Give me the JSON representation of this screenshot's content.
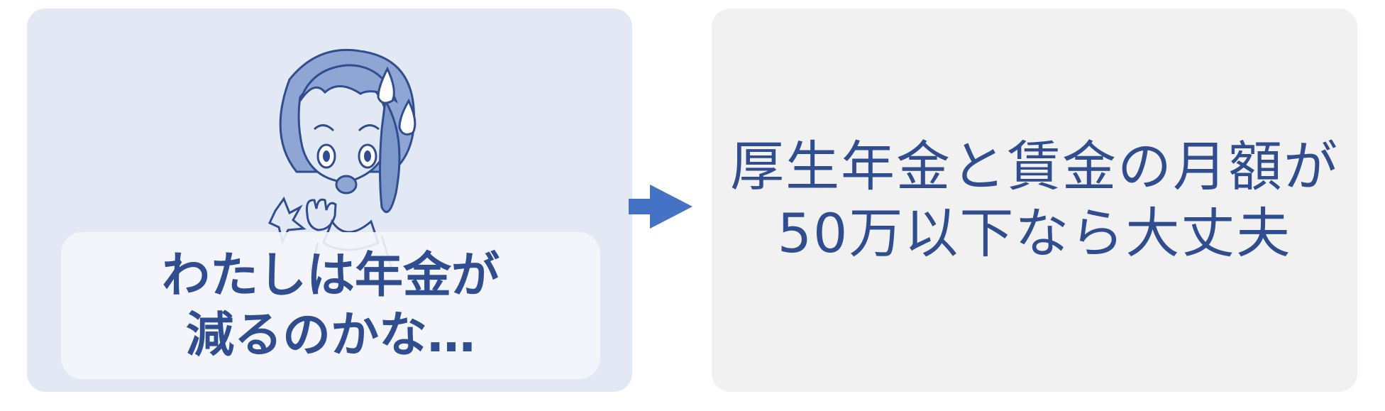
{
  "left_panel": {
    "illustration_icon": "worried-woman-illustration",
    "caption_lines": [
      "わたしは年金が",
      "減るのかな…"
    ]
  },
  "arrow_icon": "right-arrow-icon",
  "right_panel": {
    "lines": [
      "厚生年金と賃金の月額が",
      "50万以下なら大丈夫"
    ]
  },
  "colors": {
    "left_bg": "#e3e9f4",
    "right_bg": "#f1f1f1",
    "text": "#2f4d8f",
    "arrow": "#4472c4"
  }
}
